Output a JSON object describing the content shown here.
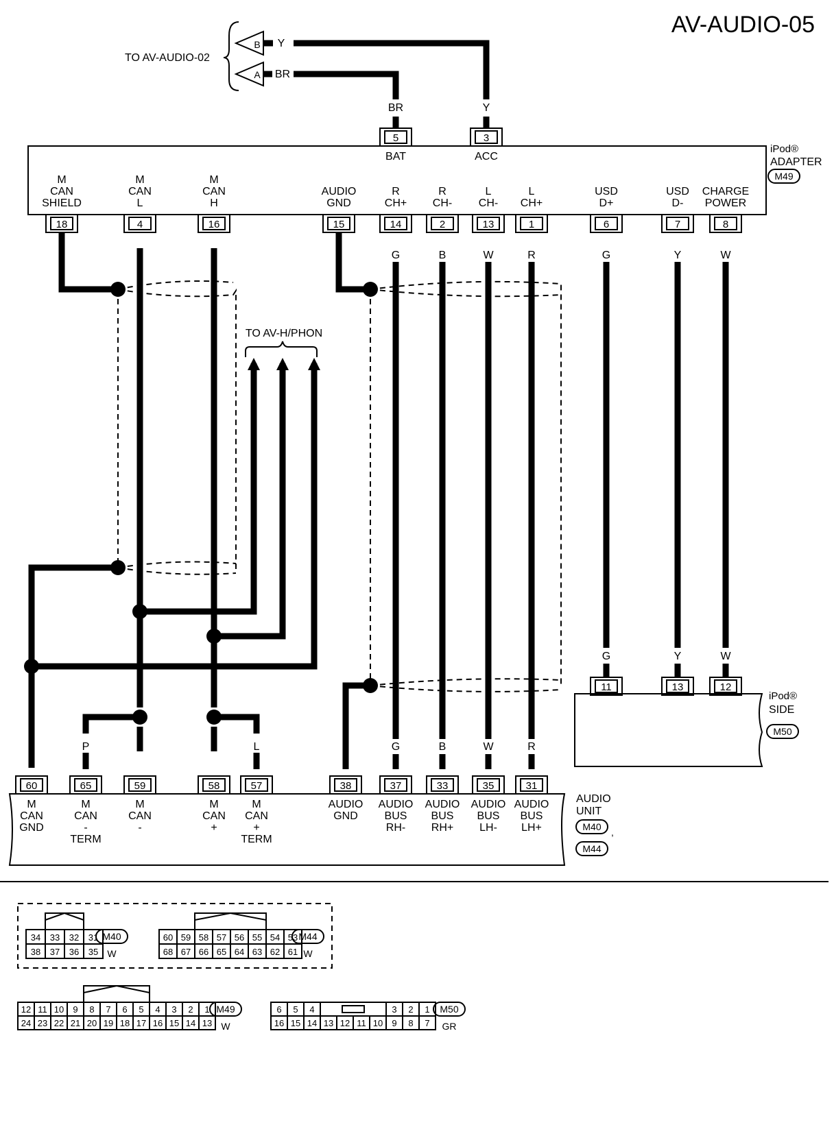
{
  "page_title": "AV-AUDIO-05",
  "to_audio02": {
    "label": "TO AV-AUDIO-02",
    "term_b": "B",
    "term_a": "A",
    "wire_y": "Y",
    "wire_br": "BR"
  },
  "to_hphon": {
    "label": "TO AV-H/PHON",
    "wire_p": "P",
    "wire_l": "L"
  },
  "adapter": {
    "name_line1": "iPod®",
    "name_line2": "ADAPTER",
    "connector": "M49",
    "top_pins": [
      {
        "pin": "5",
        "wire": "BR",
        "func": "BAT"
      },
      {
        "pin": "3",
        "wire": "Y",
        "func": "ACC"
      }
    ],
    "bottom_pins": [
      {
        "pin": "18",
        "wire": "",
        "func": [
          "M",
          "CAN",
          "SHIELD"
        ]
      },
      {
        "pin": "4",
        "wire": "P",
        "func": [
          "M",
          "CAN",
          "L"
        ]
      },
      {
        "pin": "16",
        "wire": "L",
        "func": [
          "M",
          "CAN",
          "H"
        ]
      },
      {
        "pin": "15",
        "wire": "",
        "func": [
          "AUDIO",
          "GND"
        ]
      },
      {
        "pin": "14",
        "wire": "G",
        "func": [
          "R",
          "CH+"
        ]
      },
      {
        "pin": "2",
        "wire": "B",
        "func": [
          "R",
          "CH-"
        ]
      },
      {
        "pin": "13",
        "wire": "W",
        "func": [
          "L",
          "CH-"
        ]
      },
      {
        "pin": "1",
        "wire": "R",
        "func": [
          "L",
          "CH+"
        ]
      },
      {
        "pin": "6",
        "wire": "G",
        "func": [
          "USD",
          "D+"
        ]
      },
      {
        "pin": "7",
        "wire": "Y",
        "func": [
          "USD",
          "D-"
        ]
      },
      {
        "pin": "8",
        "wire": "W",
        "func": [
          "CHARGE",
          "POWER"
        ]
      }
    ]
  },
  "ipod_side": {
    "name_line1": "iPod®",
    "name_line2": "SIDE",
    "connector": "M50",
    "pins": [
      {
        "pin": "11",
        "wire": "G"
      },
      {
        "pin": "13",
        "wire": "Y"
      },
      {
        "pin": "12",
        "wire": "W"
      }
    ]
  },
  "audio_unit": {
    "name_line1": "AUDIO",
    "name_line2": "UNIT",
    "connector1": "M40",
    "connector2": "M44",
    "pins": [
      {
        "pin": "60",
        "wire": "",
        "func": [
          "M",
          "CAN",
          "GND"
        ]
      },
      {
        "pin": "65",
        "wire": "P",
        "func": [
          "M",
          "CAN",
          "-",
          "TERM"
        ]
      },
      {
        "pin": "59",
        "wire": "P",
        "func": [
          "M",
          "CAN",
          "-"
        ]
      },
      {
        "pin": "58",
        "wire": "L",
        "func": [
          "M",
          "CAN",
          "+"
        ]
      },
      {
        "pin": "57",
        "wire": "L",
        "func": [
          "M",
          "CAN",
          "+",
          "TERM"
        ]
      },
      {
        "pin": "38",
        "wire": "",
        "func": [
          "AUDIO",
          "GND"
        ]
      },
      {
        "pin": "37",
        "wire": "G",
        "func": [
          "AUDIO",
          "BUS",
          "RH-"
        ]
      },
      {
        "pin": "33",
        "wire": "B",
        "func": [
          "AUDIO",
          "BUS",
          "RH+"
        ]
      },
      {
        "pin": "35",
        "wire": "W",
        "func": [
          "AUDIO",
          "BUS",
          "LH-"
        ]
      },
      {
        "pin": "31",
        "wire": "R",
        "func": [
          "AUDIO",
          "BUS",
          "LH+"
        ]
      }
    ]
  },
  "connector_views": [
    {
      "id": "M40",
      "color": "W",
      "top": [
        "34",
        "33",
        "32",
        "31"
      ],
      "bottom": [
        "38",
        "37",
        "36",
        "35"
      ]
    },
    {
      "id": "M44",
      "color": "W",
      "top": [
        "60",
        "59",
        "58",
        "57",
        "56",
        "55",
        "54",
        "53"
      ],
      "bottom": [
        "68",
        "67",
        "66",
        "65",
        "64",
        "63",
        "62",
        "61"
      ]
    },
    {
      "id": "M49",
      "color": "W",
      "top": [
        "12",
        "11",
        "10",
        "9",
        "8",
        "7",
        "6",
        "5",
        "4",
        "3",
        "2",
        "1"
      ],
      "bottom": [
        "24",
        "23",
        "22",
        "21",
        "20",
        "19",
        "18",
        "17",
        "16",
        "15",
        "14",
        "13"
      ]
    },
    {
      "id": "M50",
      "color": "GR",
      "top": [
        "6",
        "5",
        "4",
        "",
        "",
        "",
        "",
        "3",
        "2",
        "1"
      ],
      "bottom": [
        "16",
        "15",
        "14",
        "13",
        "12",
        "11",
        "10",
        "9",
        "8",
        "7"
      ]
    }
  ]
}
